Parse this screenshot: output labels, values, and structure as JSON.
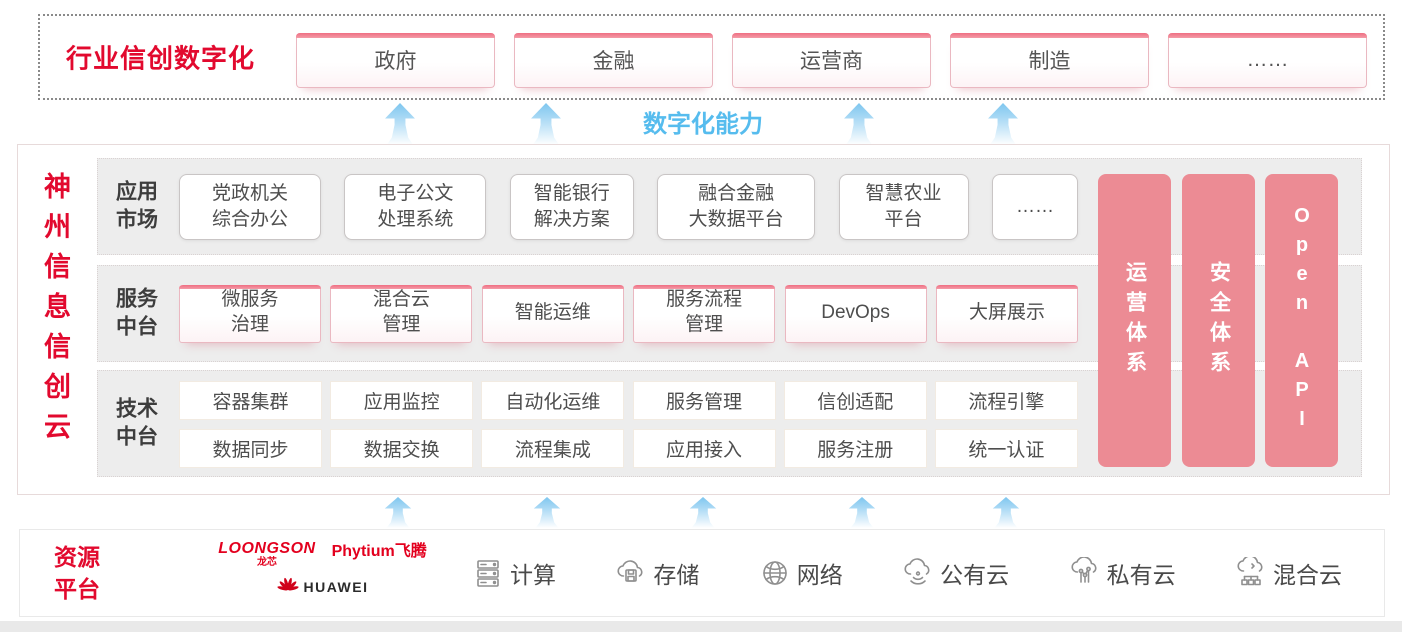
{
  "colors": {
    "accent_red": "#e2092e",
    "side_bar_pink": "#ec8b94",
    "box_top_pink": "#f1798b",
    "arrow_blue": "#7ec6ef",
    "capability_blue": "#56bcee"
  },
  "top_banner": {
    "title": "行业信创数字化",
    "industries": [
      "政府",
      "金融",
      "运营商",
      "制造",
      "……"
    ]
  },
  "capability_label": "数字化能力",
  "platform": {
    "title": "神州信息信创云",
    "lanes": [
      {
        "label": [
          "应用",
          "市场"
        ],
        "items": [
          [
            "党政机关",
            "综合办公"
          ],
          [
            "电子公文",
            "处理系统"
          ],
          [
            "智能银行",
            "解决方案"
          ],
          [
            "融合金融",
            "大数据平台"
          ],
          [
            "智慧农业",
            "平台"
          ],
          [
            "……"
          ]
        ]
      },
      {
        "label": [
          "服务",
          "中台"
        ],
        "items": [
          [
            "微服务",
            "治理"
          ],
          [
            "混合云",
            "管理"
          ],
          [
            "智能运维"
          ],
          [
            "服务流程",
            "管理"
          ],
          [
            "DevOps"
          ],
          [
            "大屏展示"
          ]
        ]
      },
      {
        "label": [
          "技术",
          "中台"
        ],
        "items_row1": [
          "容器集群",
          "应用监控",
          "自动化运维",
          "服务管理",
          "信创适配",
          "流程引擎"
        ],
        "items_row2": [
          "数据同步",
          "数据交换",
          "流程集成",
          "应用接入",
          "服务注册",
          "统一认证"
        ]
      }
    ],
    "side_bars": [
      "运营体系",
      "安全体系",
      "Open API"
    ]
  },
  "resource_platform": {
    "title": [
      "资源",
      "平台"
    ],
    "vendors": {
      "loongson": "LOONGSON",
      "loongson_sub": "龙芯",
      "phytium": "Phytium飞腾",
      "huawei": "HUAWEI"
    },
    "items": [
      {
        "label": "计算",
        "icon": "server-icon"
      },
      {
        "label": "存储",
        "icon": "storage-icon"
      },
      {
        "label": "网络",
        "icon": "network-icon"
      },
      {
        "label": "公有云",
        "icon": "public-cloud-icon"
      },
      {
        "label": "私有云",
        "icon": "private-cloud-icon"
      },
      {
        "label": "混合云",
        "icon": "hybrid-cloud-icon"
      }
    ]
  }
}
